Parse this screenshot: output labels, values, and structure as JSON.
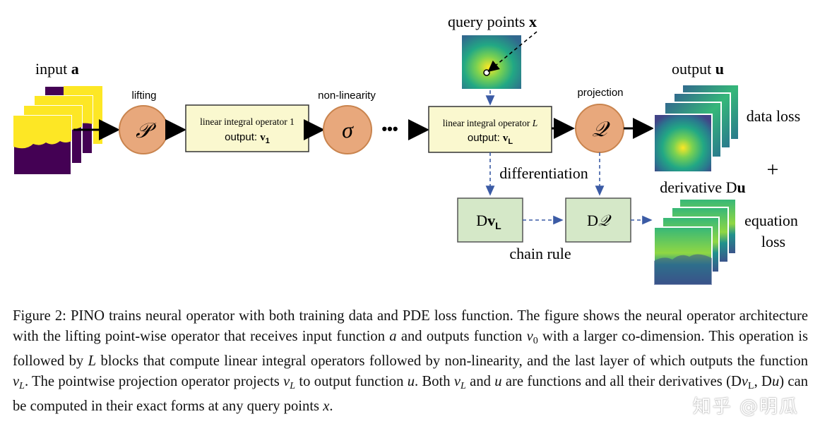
{
  "figure": {
    "input_label_prefix": "input ",
    "input_label_var": "a",
    "lifting_label": "lifting",
    "lifting_symbol": "𝒫",
    "block1_title": "linear integral operator 1",
    "block1_output_prefix": "output: ",
    "block1_output_var": "v",
    "block1_output_sub": "1",
    "nonlinearity_label": "non-linearity",
    "nonlinearity_symbol": "σ",
    "ellipsis": "•••",
    "query_label_prefix": "query points ",
    "query_label_var": "x",
    "blockL_title_prefix": "linear integral operator ",
    "blockL_title_var": "L",
    "blockL_output_prefix": "output: ",
    "blockL_output_var": "v",
    "blockL_output_sub": "L",
    "projection_label": "projection",
    "projection_symbol": "𝒬",
    "output_label_prefix": "output ",
    "output_label_var": "u",
    "data_loss_label": "data loss",
    "plus_sign": "+",
    "differentiation_label": "differentiation",
    "dvl_prefix": "D",
    "dvl_var": "v",
    "dvl_sub": "L",
    "dq_prefix": "D",
    "dq_symbol": "𝒬",
    "chain_rule_label": "chain rule",
    "derivative_label_prefix": "derivative D",
    "derivative_label_var": "u",
    "equation_loss_line1": "equation",
    "equation_loss_line2": "loss"
  },
  "colors": {
    "orange_circle": "#E8A87C",
    "yellow_block": "#FAF8CF",
    "green_block": "#D5E8C8",
    "arrow_dark": "#000000",
    "arrow_dashed": "#3B5BA5",
    "viridis_dark": "#440154",
    "viridis_yellow": "#FDE725"
  },
  "caption": {
    "p1": "Figure 2: PINO trains neural operator with both training data and PDE loss function. The figure shows the neural operator architecture with the lifting point-wise operator that receives input function ",
    "a": "a",
    "p2": " and outputs function ",
    "v0": "v",
    "v0sub": "0",
    "p3": " with a larger co-dimension. This operation is followed by ",
    "L1": "L",
    "p4": " blocks that compute linear integral operators followed by non-linearity, and the last layer of which outputs the function ",
    "vL1": "v",
    "vL1sub": "L",
    "p5": ". The pointwise projection operator projects ",
    "vL2": "v",
    "vL2sub": "L",
    "p6": " to output function ",
    "u1": "u",
    "p7": ". Both ",
    "vL3": "v",
    "vL3sub": "L",
    "p8": " and ",
    "u2": "u",
    "p9": " are functions and all their derivatives (D",
    "dv": "v",
    "dvsub": "L",
    "p10": ", D",
    "du": "u",
    "p11": ") can be computed in their exact forms at any query points ",
    "x": "x",
    "p12": "."
  },
  "watermark": "知乎 @明瓜"
}
